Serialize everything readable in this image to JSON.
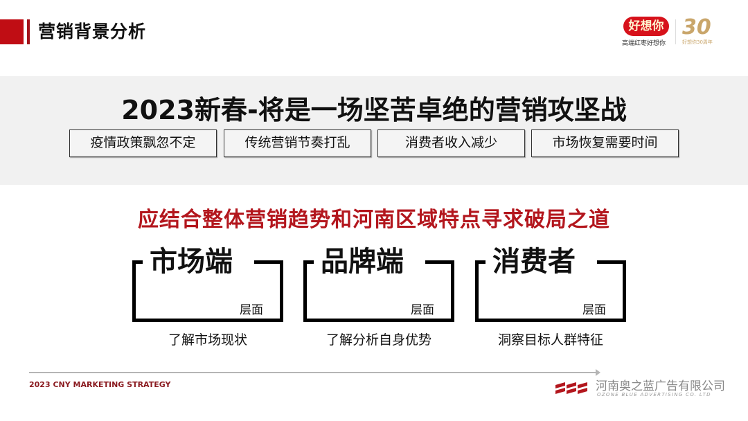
{
  "header": {
    "title": "营销背景分析",
    "brand_logo": "好想你",
    "brand_tagline": "高端红枣好想你",
    "anniversary_mark": "30",
    "anniversary_sub": "好想你30周年",
    "accent_color": "#c00d14"
  },
  "headline": {
    "title": "2023新春-将是一场坚苦卓绝的营销攻坚战",
    "challenges": [
      {
        "label": "疫情政策飘忽不定"
      },
      {
        "label": "传统营销节奏打乱"
      },
      {
        "label": "消费者收入减少"
      },
      {
        "label": "市场恢复需要时间"
      }
    ]
  },
  "strategy": {
    "subtitle": "应结合整体营销趋势和河南区域特点寻求破局之道",
    "subtitle_color": "#b3161d",
    "pillars": [
      {
        "title": "市场端",
        "layer": "层面",
        "desc": "了解市场现状"
      },
      {
        "title": "品牌端",
        "layer": "层面",
        "desc": "了解分析自身优势"
      },
      {
        "title": "消费者",
        "layer": "层面",
        "desc": "洞察目标人群特征"
      }
    ]
  },
  "footer": {
    "left_text": "2023 CNY MARKETING STRATEGY",
    "company_cn": "河南奥之蓝广告有限公司",
    "company_en": "OZONE BLUE ADVERTISING CO. LTD"
  }
}
